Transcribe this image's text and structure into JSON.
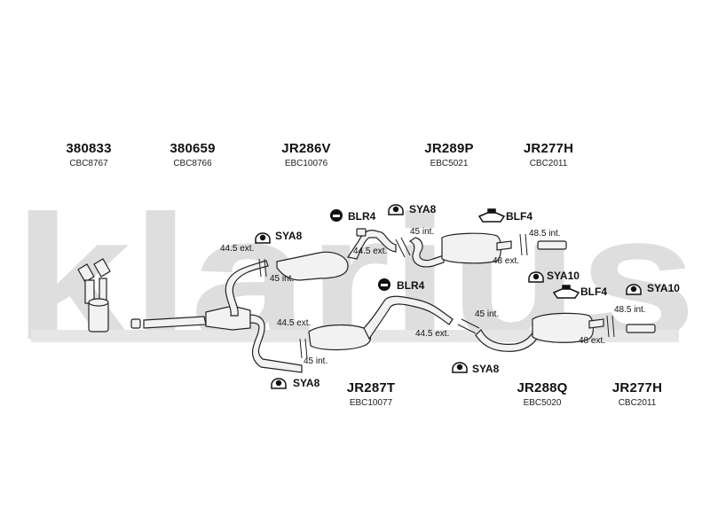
{
  "watermark": {
    "text": "klarius",
    "color": "#dddddd"
  },
  "parts_top": [
    {
      "number": "380833",
      "ref": "CBC8767"
    },
    {
      "number": "380659",
      "ref": "CBC8766"
    },
    {
      "number": "JR286V",
      "ref": "EBC10076"
    },
    {
      "number": "JR289P",
      "ref": "EBC5021"
    },
    {
      "number": "JR277H",
      "ref": "CBC2011"
    }
  ],
  "parts_bottom": [
    {
      "number": "JR287T",
      "ref": "EBC10077"
    },
    {
      "number": "JR288Q",
      "ref": "EBC5020"
    },
    {
      "number": "JR277H",
      "ref": "CBC2011"
    }
  ],
  "fittings": {
    "sya8_top_left": "SYA8",
    "blr4_top": "BLR4",
    "sya8_top_mid": "SYA8",
    "blf4_top": "BLF4",
    "sya10_mid": "SYA10",
    "blf4_mid": "BLF4",
    "sya10_right": "SYA10",
    "blr4_mid": "BLR4",
    "sya8_bottom_mid": "SYA8",
    "sya8_bottom_left": "SYA8"
  },
  "dimensions": {
    "d1": "44.5 ext.",
    "d2": "45 int.",
    "d3": "44.5 ext.",
    "d4": "45 int.",
    "d5": "48.5 int.",
    "d6": "48 ext.",
    "d7": "44.5 ext.",
    "d8": "45 int.",
    "d9": "45 int.",
    "d10": "44.5 ext.",
    "d11": "48.5 int.",
    "d12": "48 ext."
  },
  "colors": {
    "pipe": "#eeeeee",
    "outline": "#222222",
    "rubber": "#111111"
  }
}
